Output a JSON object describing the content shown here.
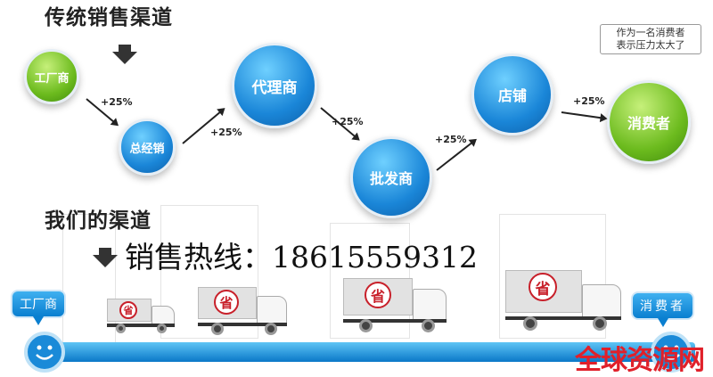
{
  "traditional": {
    "title": "传统销售渠道",
    "nodes": [
      "工厂商",
      "总经销",
      "代理商",
      "批发商",
      "店铺",
      "消费者"
    ],
    "markups": [
      "+25%",
      "+25%",
      "+25%",
      "+25%",
      "+25%"
    ],
    "speech_bubble": [
      "作为一名消费者",
      "表示压力太大了"
    ]
  },
  "ours": {
    "title": "我们的渠道",
    "hotline": "销售热线：18615559312",
    "start_label": "工厂商",
    "end_label": "消费者",
    "truck_logo": "省"
  },
  "watermark": "全球资源网",
  "colors": {
    "blue": "#1a86d8",
    "green": "#6cbb1e",
    "watermark": "#e0202a"
  }
}
